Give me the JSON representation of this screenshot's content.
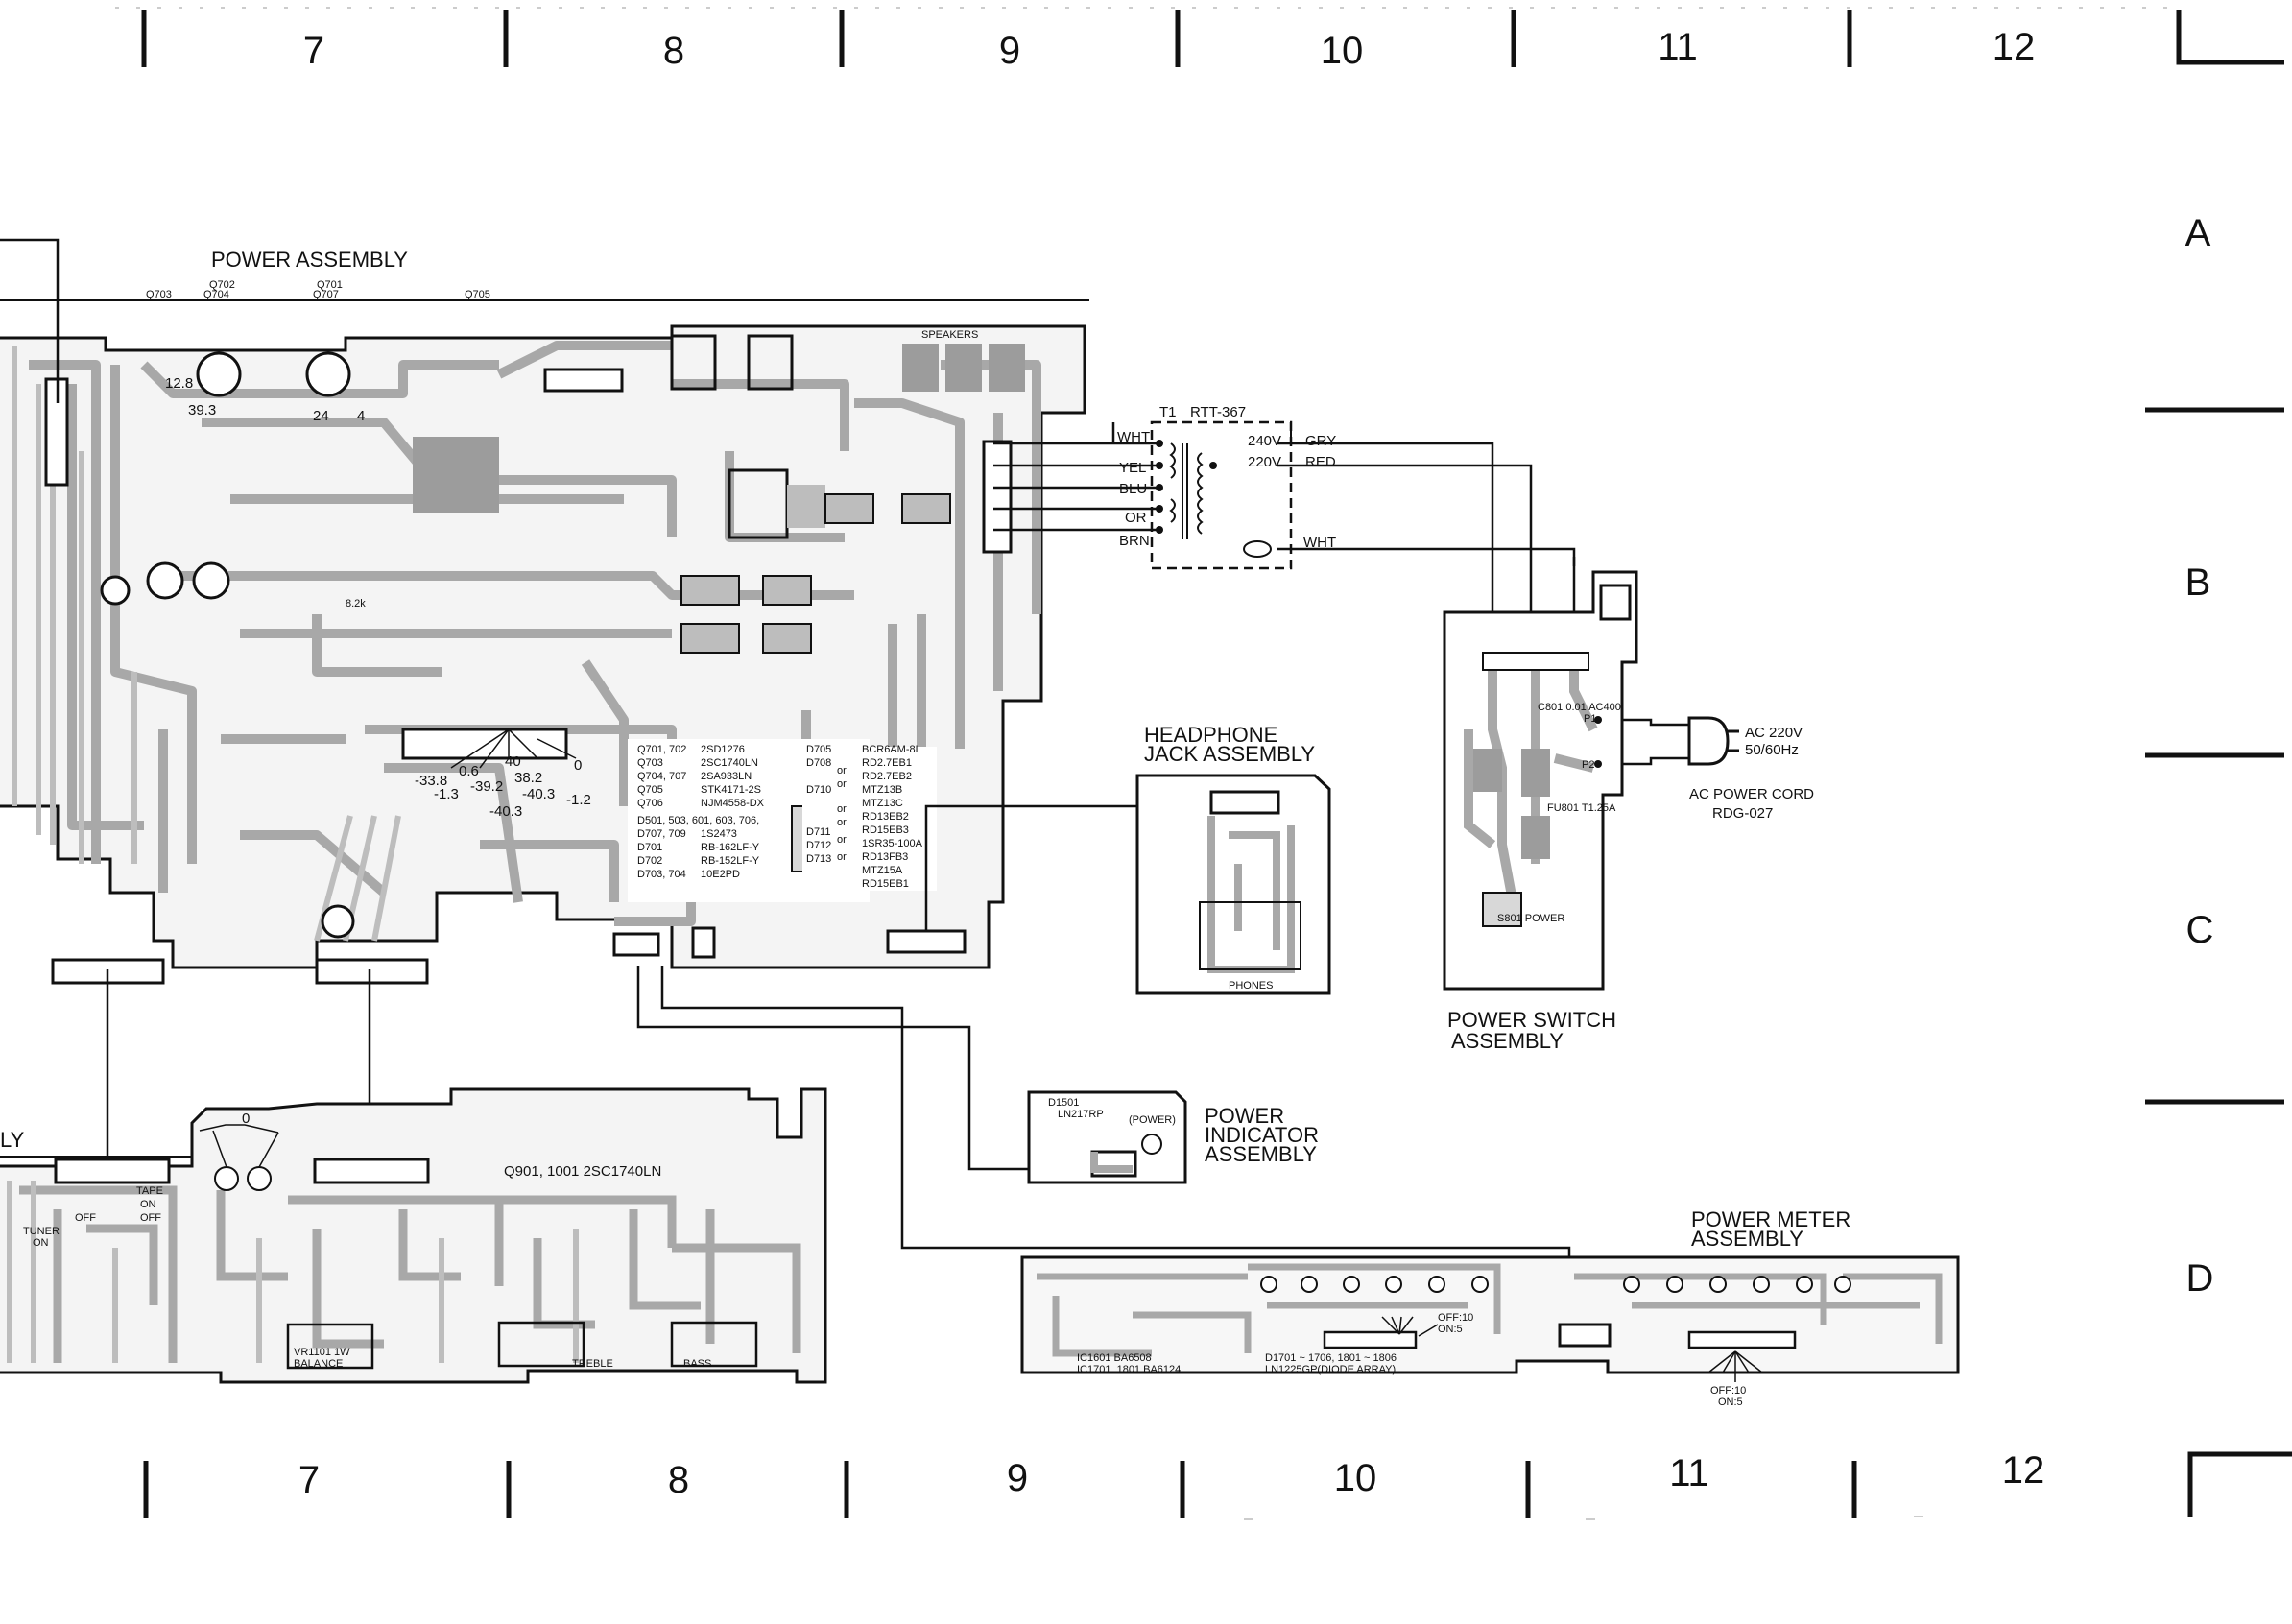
{
  "grid": {
    "columns_top": [
      "7",
      "8",
      "9",
      "10",
      "11",
      "12"
    ],
    "columns_bottom": [
      "7",
      "8",
      "9",
      "10",
      "11",
      "12"
    ],
    "rows": [
      "A",
      "B",
      "C",
      "D"
    ]
  },
  "power_assembly": {
    "title": "POWER ASSEMBLY",
    "parts_top": [
      "Q703",
      "Q702",
      "Q704",
      "Q701",
      "Q707",
      "Q705"
    ],
    "speakers_label": "SPEAKERS",
    "voltages": [
      "12.8",
      "39.3",
      "24",
      "4",
      "8.2k",
      "0.6",
      "40",
      "38.2",
      "-33.8",
      "-1.3",
      "-39.2",
      "-40.3",
      "-40.3",
      "-1.2",
      "0"
    ],
    "parts_list_left": [
      "Q701, 702",
      "Q703",
      "Q704, 707",
      "Q705",
      "Q706",
      "D501, 503, 601, 603, 706,",
      "D707, 709",
      "D701",
      "D702",
      "D703, 704"
    ],
    "parts_list_mid": [
      "2SD1276",
      "2SC1740LN",
      "2SA933LN",
      "STK4171-2S",
      "NJM4558-DX",
      "",
      "1S2473",
      "RB-162LF-Y",
      "RB-152LF-Y",
      "10E2PD"
    ],
    "parts_list_right": [
      "D705",
      "D708",
      "",
      "D710",
      "",
      "",
      "D711",
      "D712",
      "D713"
    ],
    "parts_list_or": [
      "or",
      "or",
      "or",
      "or",
      "or",
      "or"
    ],
    "parts_list_zener": [
      "BCR6AM-8L",
      "RD2.7EB1",
      "RD2.7EB2",
      "MTZ13B",
      "MTZ13C",
      "RD13EB2",
      "RD15EB3",
      "1SR35-100A",
      "RD13FB3",
      "MTZ15A",
      "RD15EB1"
    ]
  },
  "transformer": {
    "name": "T1",
    "part": "RTT-367",
    "primary_wires": [
      "WHT",
      "YEL",
      "BLU",
      "OR",
      "BRN"
    ],
    "taps": [
      "240V",
      "220V"
    ],
    "secondary_wires": [
      "GRY",
      "RED",
      "WHT"
    ]
  },
  "headphone": {
    "title_line1": "HEADPHONE",
    "title_line2": "JACK ASSEMBLY",
    "jack_label": "PHONES"
  },
  "power_switch": {
    "title_line1": "POWER SWITCH",
    "title_line2": "ASSEMBLY",
    "switch_label": "S801 POWER",
    "fuse_label": "FU801 T1.25A",
    "cap_label": "C801 0.01 AC400",
    "p1": "P1",
    "p2": "P2"
  },
  "ac_cord": {
    "voltage": "AC 220V",
    "frequency": "50/60Hz",
    "title": "AC POWER CORD",
    "part": "RDG-027"
  },
  "power_indicator": {
    "title_line1": "POWER",
    "title_line2": "INDICATOR",
    "title_line3": "ASSEMBLY",
    "diode": "D1501",
    "diode_part": "LN217RP",
    "power_label": "(POWER)"
  },
  "power_meter": {
    "title_line1": "POWER METER",
    "title_line2": "ASSEMBLY",
    "parts_line1": "D1701 ~ 1706, 1801 ~ 1806",
    "parts_line2": "LN1225GP(DIODE ARRAY)",
    "ic_line1": "IC1601  BA6508",
    "ic_line2": "IC1701, 1801  BA6124",
    "off_on_1": "OFF:10",
    "off_on_2": "ON:5",
    "off_on_3": "OFF:10",
    "off_on_4": "ON:5"
  },
  "tone": {
    "partial_title": "LY",
    "transistors": "Q901, 1001    2SC1740LN",
    "tuner": "TUNER",
    "tape": "TAPE",
    "on": "ON",
    "off": "OFF",
    "balance": "BALANCE",
    "balance_part": "VR1101 1W",
    "treble": "TREBLE",
    "bass": "BASS",
    "zero": "0"
  },
  "colors": {
    "ink": "#111111",
    "copper": "#a8a8a8",
    "board": "#ffffff"
  }
}
